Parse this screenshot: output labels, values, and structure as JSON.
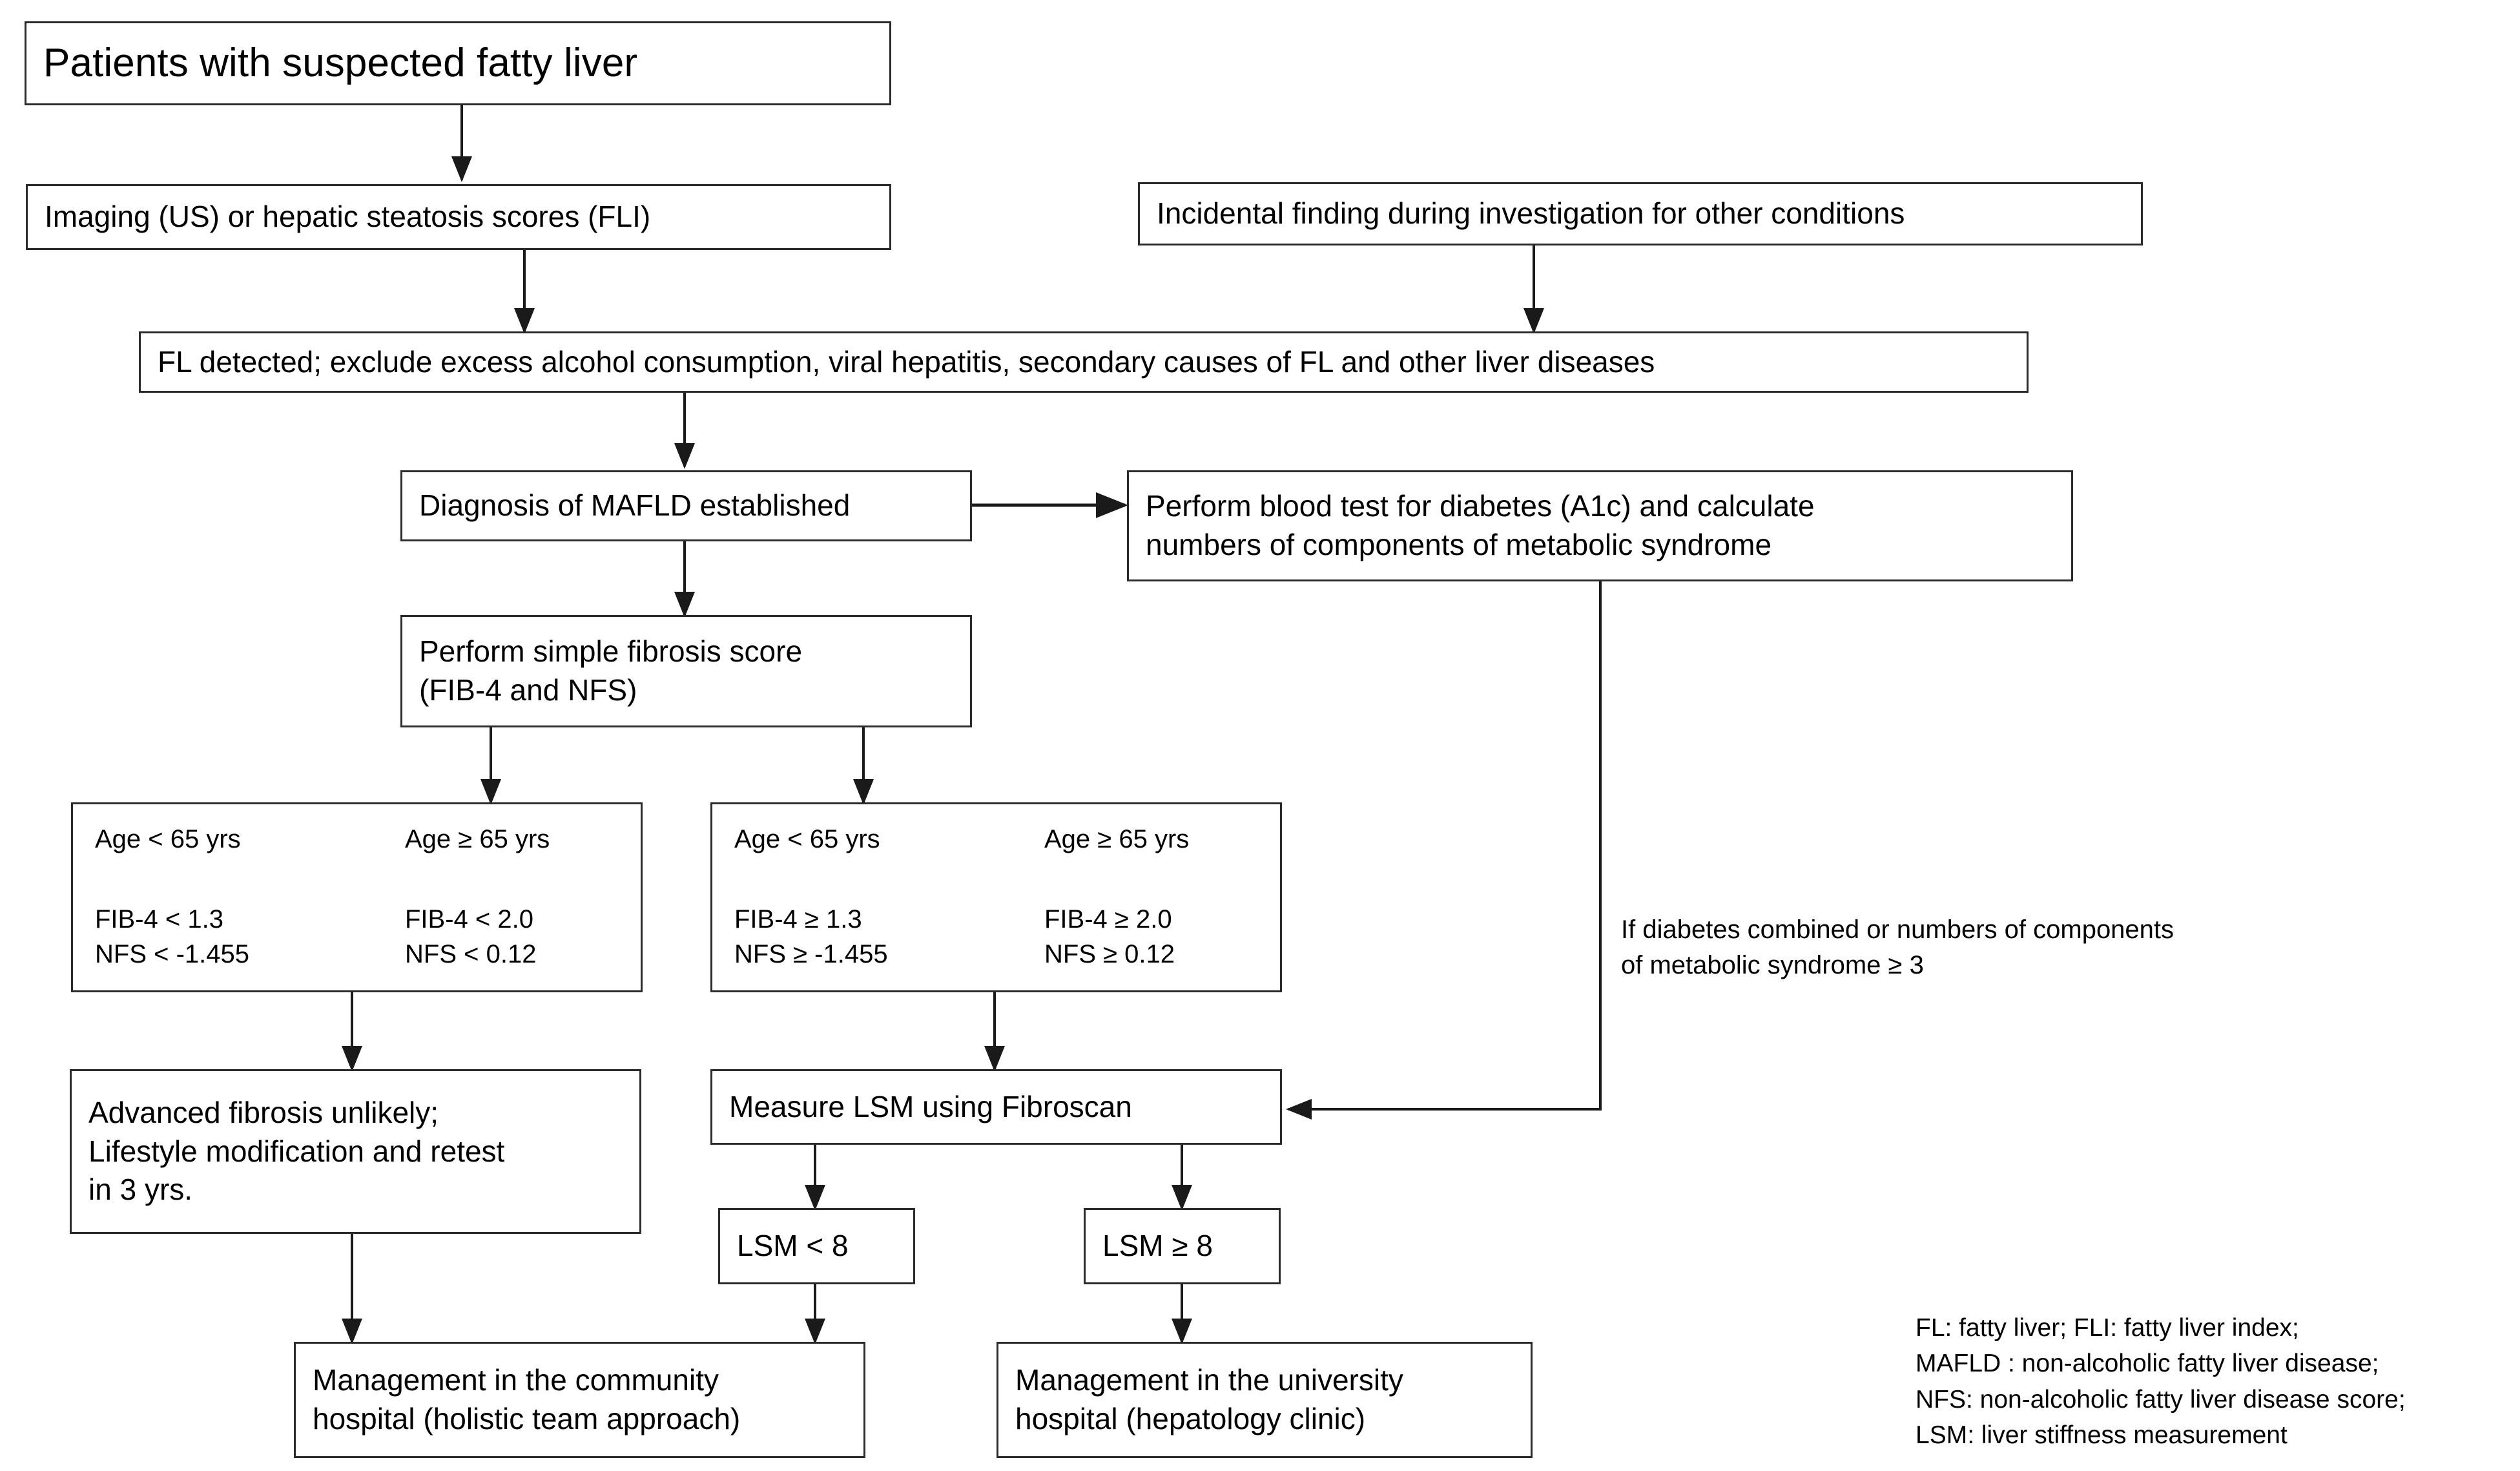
{
  "figure": {
    "type": "flowchart",
    "title": "Patients with suspected fatty liver",
    "orientation": "top-down"
  },
  "nodes": {
    "suspected_fatty_liver": "Patients with suspected fatty liver",
    "imaging": "Imaging (US) or hepatic steatosis scores (FLI)",
    "incidental": "Incidental finding during investigation for other conditions",
    "fl_detected": "FL detected; exclude excess alcohol consumption, viral hepatitis, secondary causes of FL and other liver diseases",
    "mafld_established": "Diagnosis of MAFLD established",
    "blood_test_l1": "Perform blood test for diabetes (A1c) and calculate",
    "blood_test_l2": "numbers of components of metabolic syndrome",
    "fibrosis_score_l1": "Perform simple fibrosis score",
    "fibrosis_score_l2": "(FIB-4 and NFS)",
    "low_risk": {
      "age_young": "Age < 65 yrs",
      "age_old": "Age ≥ 65 yrs",
      "fib4_young": "FIB-4 < 1.3",
      "fib4_old": "FIB-4 < 2.0",
      "nfs_young": "NFS < -1.455",
      "nfs_old": "NFS < 0.12"
    },
    "high_risk": {
      "age_young": "Age < 65 yrs",
      "age_old": "Age ≥ 65 yrs",
      "fib4_young": "FIB-4 ≥ 1.3",
      "fib4_old": "FIB-4 ≥ 2.0",
      "nfs_young": "NFS ≥ -1.455",
      "nfs_old": "NFS ≥ 0.12"
    },
    "advanced_unlikely_l1": "Advanced fibrosis unlikely;",
    "advanced_unlikely_l2": "Lifestyle modification and retest",
    "advanced_unlikely_l3": "in 3 yrs.",
    "measure_lsm": "Measure LSM using Fibroscan",
    "lsm_low": "LSM < 8",
    "lsm_high": "LSM ≥ 8",
    "mgmt_community_l1": "Management in the community",
    "mgmt_community_l2": "hospital (holistic team approach)",
    "mgmt_university_l1": "Management in the university",
    "mgmt_university_l2": "hospital (hepatology clinic)"
  },
  "annotations": {
    "diabetes_condition": "If diabetes combined or numbers of components\nof metabolic syndrome  ≥ 3"
  },
  "legend": {
    "abbreviations": "FL: fatty liver; FLI: fatty liver index;\nMAFLD : non-alcoholic fatty liver disease;\nNFS: non-alcoholic fatty liver disease score;\nLSM: liver stiffness measurement"
  },
  "colors": {
    "border": "#2b2b2b",
    "text": "#000000",
    "background": "#ffffff",
    "connector": "#1a1a1a"
  }
}
